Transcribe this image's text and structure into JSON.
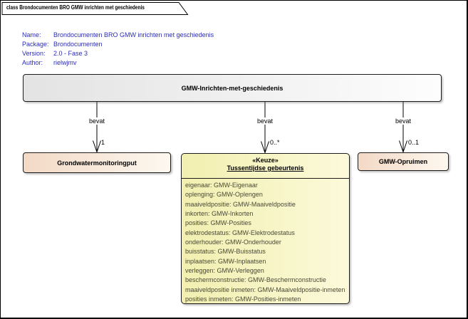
{
  "frame": {
    "tab_label": "class Brondocumenten BRO GMW inrichten met geschiedenis"
  },
  "metadata": {
    "text_color": "#2b2bbd",
    "rows": [
      {
        "label": "Name:",
        "value": "Brondocumenten BRO GMW inrichten met geschiedenis"
      },
      {
        "label": "Package:",
        "value": "Brondocumenten"
      },
      {
        "label": "Version:",
        "value": "2.0 - Fase 3"
      },
      {
        "label": "Author:",
        "value": "rielwjmv"
      }
    ]
  },
  "diagram": {
    "root_class": {
      "name": "GMW-Inrichten-met-geschiedenis",
      "fill_left": "#e3e3e3",
      "fill_right": "#fdfdfd"
    },
    "relations": [
      {
        "label": "bevat",
        "multiplicity": "1",
        "target": "Grondwatermonitoringput"
      },
      {
        "label": "bevat",
        "multiplicity": "0..*",
        "target": "Tussentijdse gebeurtenis"
      },
      {
        "label": "bevat",
        "multiplicity": "0..1",
        "target": "GMW-Opruimen"
      }
    ],
    "classes": {
      "grondwatermonitoringput": {
        "name": "Grondwatermonitoringput",
        "fill_left": "#f3d9c5",
        "fill_right": "#fdf8f0"
      },
      "tussentijdse_gebeurtenis": {
        "stereotype": "«Keuze»",
        "name": "Tussentijdse gebeurtenis",
        "fill_left": "#f2efb0",
        "fill_right": "#fcfada",
        "attributes": [
          "eigenaar: GMW-Eigenaar",
          "oplenging: GMW-Oplengen",
          "maaiveldpositie: GMW-Maaiveldpositie",
          "inkorten: GMW-Inkorten",
          "posities: GMW-Posities",
          "elektrodestatus: GMW-Elektrodestatus",
          "onderhouder: GMW-Onderhouder",
          "buisstatus: GMW-Buisstatus",
          "inplaatsen: GMW-Inplaatsen",
          "verleggen: GMW-Verleggen",
          "beschermconstructie: GMW-Beschermconstructie",
          "maaiveldpositie inmeten: GMW-Maaiveldpositie-inmeten",
          "posities inmeten: GMW-Posities-inmeten"
        ]
      },
      "gmw_opruimen": {
        "name": "GMW-Opruimen",
        "fill_left": "#f3d9c5",
        "fill_right": "#fdf8f0"
      }
    }
  }
}
